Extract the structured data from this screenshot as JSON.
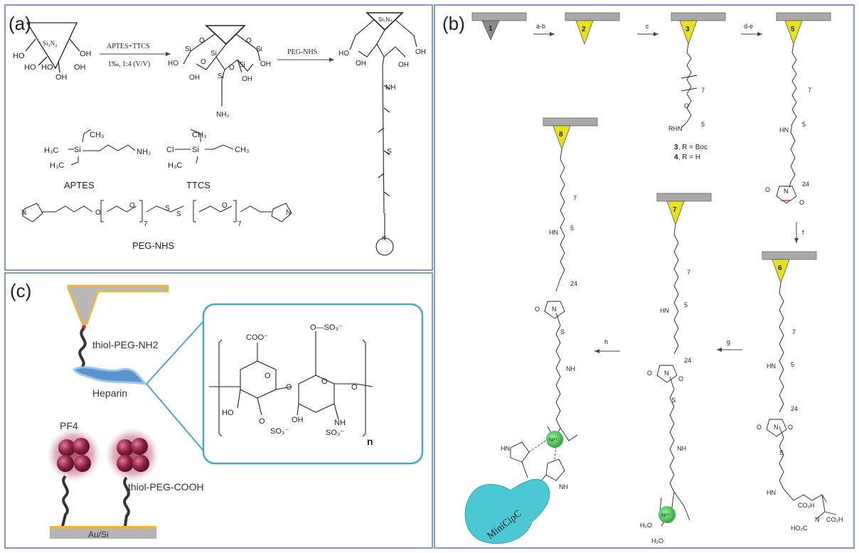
{
  "panels": {
    "a": {
      "label": "(a)",
      "core": "Si₃N₄",
      "step1_top": "APTES+TTCS",
      "step1_bottom": "1‰, 1:4 (V/V)",
      "step2": "PEG-NHS",
      "oh": "OH",
      "ho": "HO",
      "si": "Si",
      "o": "O",
      "nh": "NH",
      "nh2": "NH₂",
      "n": "N",
      "seven": "7",
      "s": "S",
      "ch3": "CH₃",
      "h3c": "H₃C",
      "cl": "Cl",
      "name_aptes": "APTES",
      "name_ttcs": "TTCS",
      "name_peg": "PEG-NHS"
    },
    "b": {
      "label": "(b)",
      "tips": [
        "1",
        "2",
        "3",
        "5",
        "6",
        "7",
        "8"
      ],
      "steps": [
        "a-b",
        "c",
        "d-e",
        "f",
        "g",
        "h"
      ],
      "rhn": "RHN",
      "r_boc_num": "3",
      "r_boc": ", R = Boc",
      "r_h_num": "4",
      "r_h": ", R = H",
      "n5": "5",
      "n7": "7",
      "n24": "24",
      "hn": "HN",
      "nh": "NH",
      "o": "O",
      "n": "N",
      "s": "S",
      "ni": "Ni²⁺",
      "h2o": "H₂O",
      "co2h": "CO₂H",
      "ho2c": "HO₂C",
      "protein": "MiniCipC"
    },
    "c": {
      "label": "(c)",
      "thiol_nh2": "thiol-PEG-NH2",
      "heparin": "Heparin",
      "pf4": "PF4",
      "thiol_cooh": "thiol-PEG-COOH",
      "substrate": "Au/Si",
      "coo": "COO⁻",
      "oso3": "O—SO₃⁻",
      "ho": "HO",
      "oh": "OH",
      "so3": "SO₃⁻",
      "nh": "NH",
      "o": "O",
      "n": "n"
    }
  },
  "colors": {
    "frame": "#5a79b7",
    "tip_yellow": "#e8e21a",
    "tip_gray": "#8a8a8a",
    "cantilever": "#a9a9a9",
    "nickel": "#3fc24a",
    "protein": "#4cc7d4",
    "callout": "#4aa6c9",
    "heparin": "#4a88c9",
    "pf4": "#9c2f52",
    "gold": "#f2b431"
  }
}
